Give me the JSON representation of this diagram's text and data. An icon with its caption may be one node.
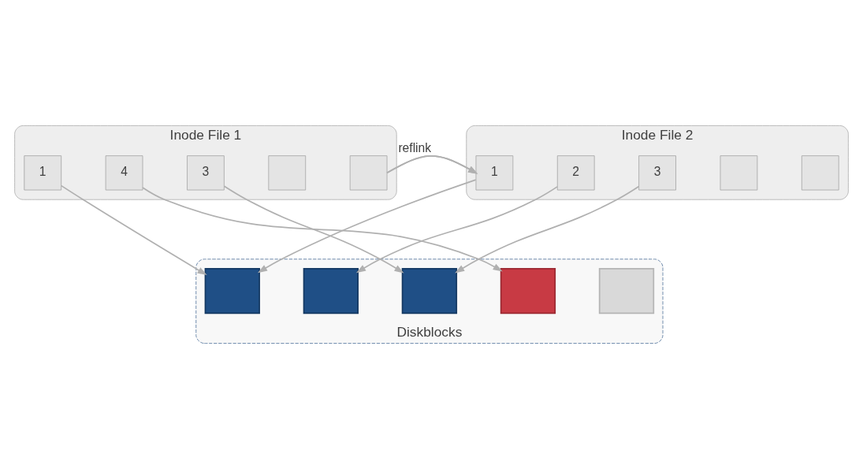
{
  "diagram": {
    "nodes": [
      {
        "text": [
          "Inode File 1"
        ]
      },
      {
        "text": [
          "1"
        ],
        "in": 0
      },
      {
        "text": [
          "4"
        ],
        "in": 0
      },
      {
        "text": [
          "3"
        ],
        "in": 0
      },
      {
        "text": [],
        "shape": "box",
        "in": 0
      },
      {
        "text": [],
        "shape": "box",
        "in": 0
      },
      {
        "text": [
          "Inode File 2"
        ]
      },
      {
        "text": [
          "1"
        ],
        "in": 6
      },
      {
        "text": [
          "2"
        ],
        "in": 6
      },
      {
        "text": [
          "3"
        ],
        "in": 6
      },
      {
        "text": [],
        "shape": "box",
        "in": 6
      },
      {
        "text": [],
        "shape": "box",
        "in": 6
      },
      {
        "text": [
          "Diskblocks"
        ]
      },
      {
        "text": [],
        "shape": "box",
        "in": 12
      },
      {
        "text": [],
        "shape": "box",
        "in": 12
      },
      {
        "text": [],
        "shape": "box",
        "in": 12
      },
      {
        "text": [],
        "shape": "box",
        "in": 12
      },
      {
        "text": [],
        "shape": "box",
        "in": 12
      }
    ],
    "edges": [
      {
        "from": 0,
        "to": 6,
        "arrow": "to",
        "label": "reflink"
      },
      {
        "from": 1,
        "to": 13,
        "arrow": "to"
      },
      {
        "from": 2,
        "to": 16,
        "arrow": "to"
      },
      {
        "from": 3,
        "to": 15,
        "arrow": "to"
      },
      {
        "from": 7,
        "to": 13,
        "arrow": "to"
      },
      {
        "from": 8,
        "to": 14,
        "arrow": "to"
      },
      {
        "from": 9,
        "to": 15,
        "arrow": "to"
      }
    ]
  }
}
